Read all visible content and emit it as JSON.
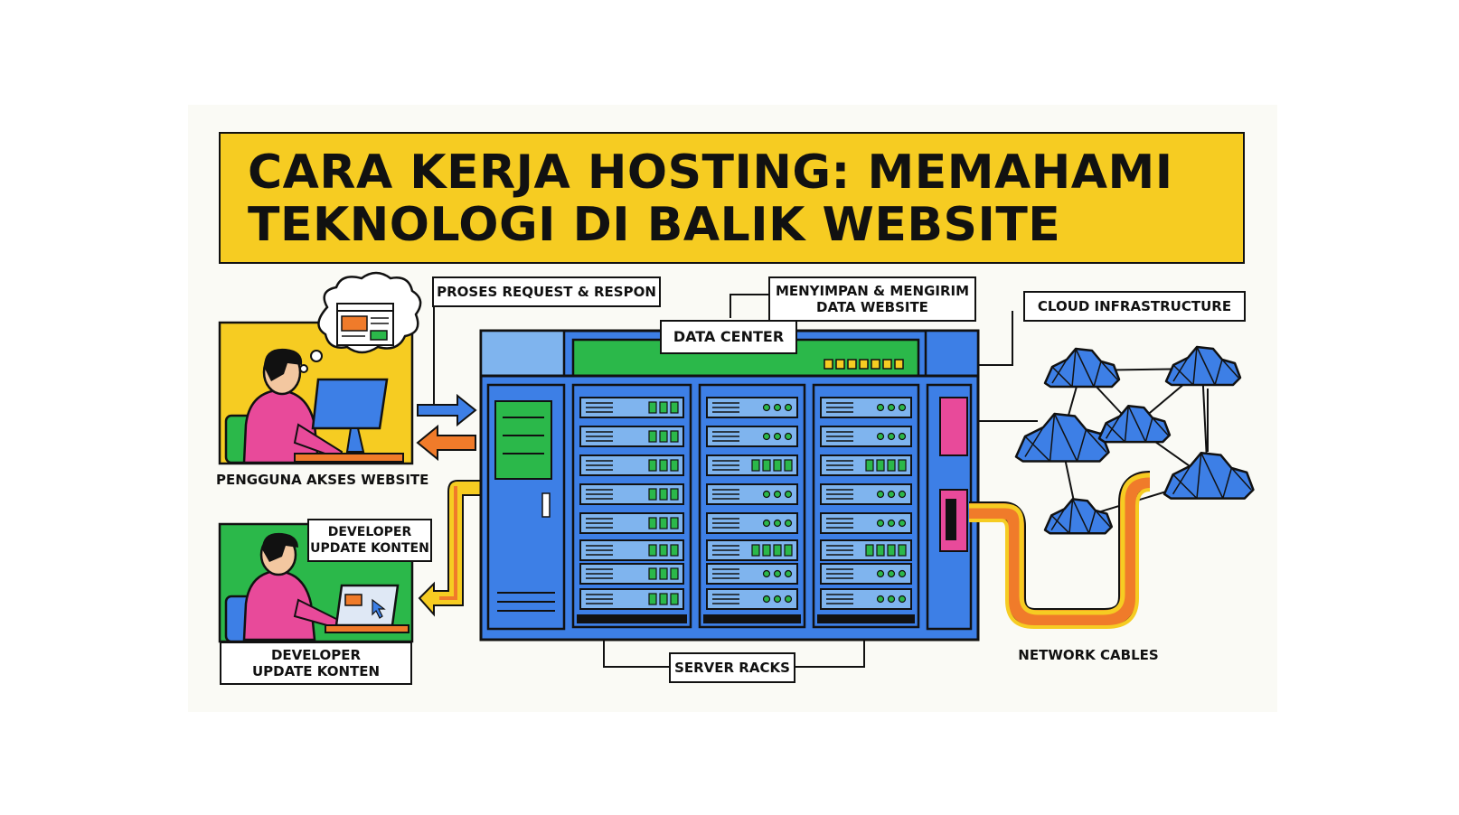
{
  "title": {
    "line1": "CARA KERJA HOSTING: MEMAHAMI",
    "line2": "TEKNOLOGI DI BALIK WEBSITE"
  },
  "labels": {
    "proses": "PROSES REQUEST & RESPON",
    "menyimpan": "MENYIMPAN & MENGIRIM\nDATA WEBSITE",
    "data_center": "DATA CENTER",
    "cloud": "CLOUD INFRASTRUCTURE",
    "pengguna": "PENGGUNA AKSES WEBSITE",
    "dev_bubble": "DEVELOPER\nUPDATE KONTEN",
    "dev_caption": "DEVELOPER\nUPDATE KONTEN",
    "server_racks": "SERVER RACKS",
    "network_cables": "NETWORK CABLES"
  },
  "icons": {
    "user": "user-at-desktop-icon",
    "developer": "developer-at-laptop-icon",
    "thought": "thought-bubble-browser-icon",
    "cloud": "cloud-icon",
    "server": "server-rack-icon",
    "cable": "network-cable-icon"
  },
  "colors": {
    "page_bg": "#fafaf5",
    "yellow": "#f6cc22",
    "green": "#2bb84a",
    "blue": "#3d7fe6",
    "light_blue": "#7fb4ee",
    "pink": "#e84a9a",
    "orange": "#f07b2a",
    "outline": "#111111"
  }
}
